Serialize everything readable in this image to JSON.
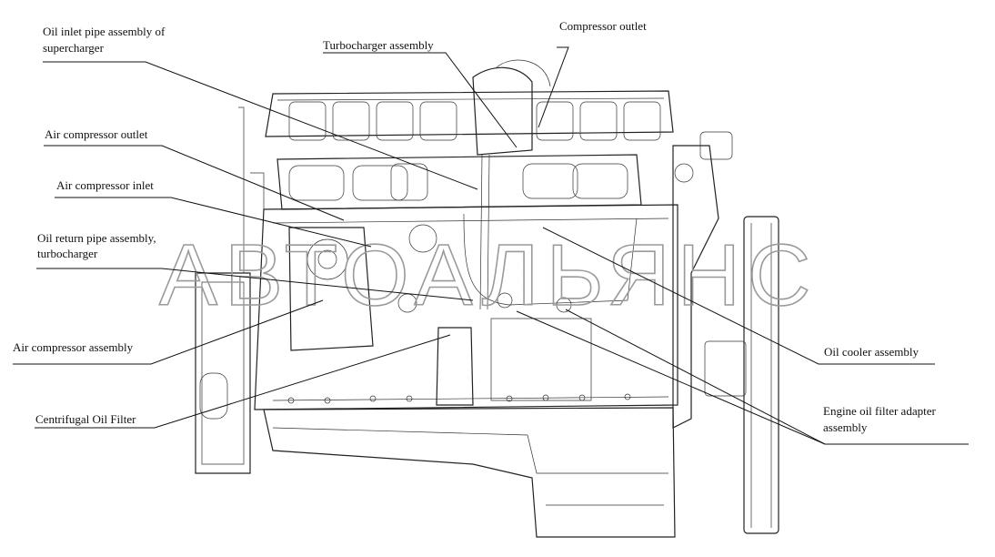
{
  "watermark": "АВТОАЛЬЯНС",
  "labels": {
    "oil_inlet_line1": "Oil inlet pipe assembly of",
    "oil_inlet_line2": "supercharger",
    "turbocharger": "Turbocharger assembly",
    "compressor_outlet": "Compressor outlet",
    "air_compressor_outlet": "Air compressor outlet",
    "air_compressor_inlet": "Air compressor inlet",
    "oil_return_line1": "Oil return pipe assembly,",
    "oil_return_line2": "turbocharger",
    "air_compressor_assembly": "Air compressor assembly",
    "centrifugal_filter": "Centrifugal Oil Filter",
    "oil_cooler": "Oil cooler assembly",
    "filter_adapter_line1": "Engine oil filter adapter",
    "filter_adapter_line2": "assembly"
  }
}
